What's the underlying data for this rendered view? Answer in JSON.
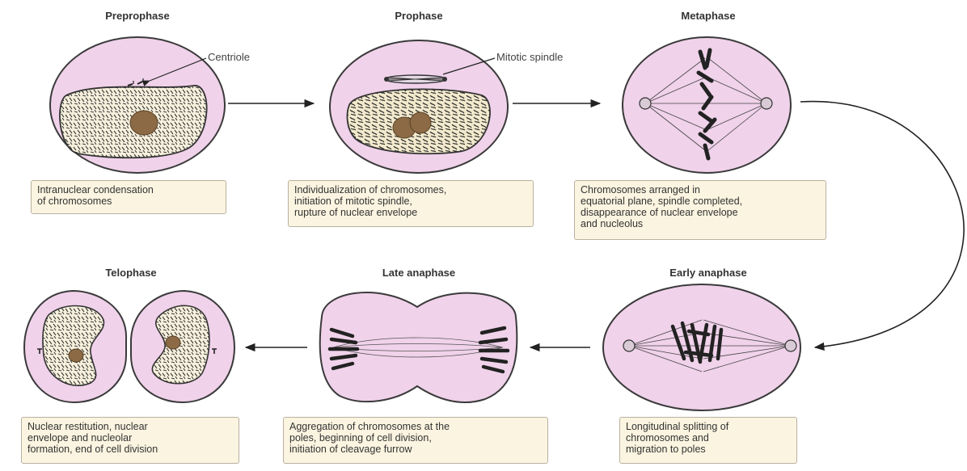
{
  "stages": {
    "preprophase": {
      "title": "Preprophase",
      "caption": [
        "Intranuclear condensation",
        "of chromosomes"
      ]
    },
    "prophase": {
      "title": "Prophase",
      "caption": [
        "Individualization of chromosomes,",
        "initiation of mitotic spindle,",
        "rupture of nuclear envelope"
      ]
    },
    "metaphase": {
      "title": "Metaphase",
      "caption": [
        "Chromosomes arranged in",
        "equatorial plane, spindle completed,",
        "disappearance of nuclear envelope",
        "and nucleolus"
      ]
    },
    "early_anaphase": {
      "title": "Early anaphase",
      "caption": [
        "Longitudinal splitting of",
        "chromosomes and",
        "migration to poles"
      ]
    },
    "late_anaphase": {
      "title": "Late anaphase",
      "caption": [
        "Aggregation of chromosomes at the",
        "poles, beginning of cell division,",
        "initiation of cleavage furrow"
      ]
    },
    "telophase": {
      "title": "Telophase",
      "caption": [
        "Nuclear restitution, nuclear",
        "envelope and nucleolar",
        "formation, end of cell division"
      ]
    }
  },
  "labels": {
    "centriole": "Centriole",
    "mitotic_spindle": "Mitotic spindle"
  },
  "colors": {
    "cell_fill": "#f0d2ea",
    "cell_stroke": "#3a3a3a",
    "nucleus_fill": "#f6f0dc",
    "nucleolus": "#8b6a45",
    "caption_fill": "#fbf4e0",
    "arrow": "#222222"
  }
}
